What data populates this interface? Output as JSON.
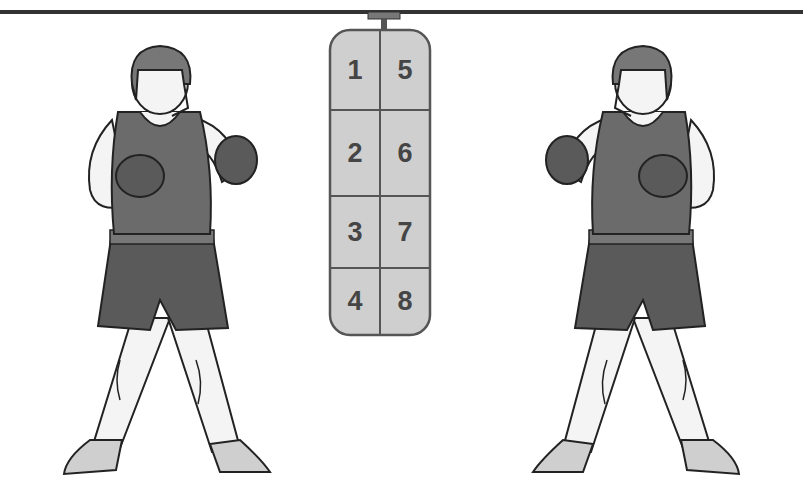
{
  "diagram": {
    "nodes": [
      {
        "text": [
          "1"
        ]
      },
      {
        "text": [
          "5"
        ]
      },
      {
        "text": [
          "2"
        ]
      },
      {
        "text": [
          "6"
        ]
      },
      {
        "text": [
          "3"
        ]
      },
      {
        "text": [
          "7"
        ]
      },
      {
        "text": [
          "4"
        ]
      },
      {
        "text": [
          "8"
        ]
      }
    ]
  }
}
